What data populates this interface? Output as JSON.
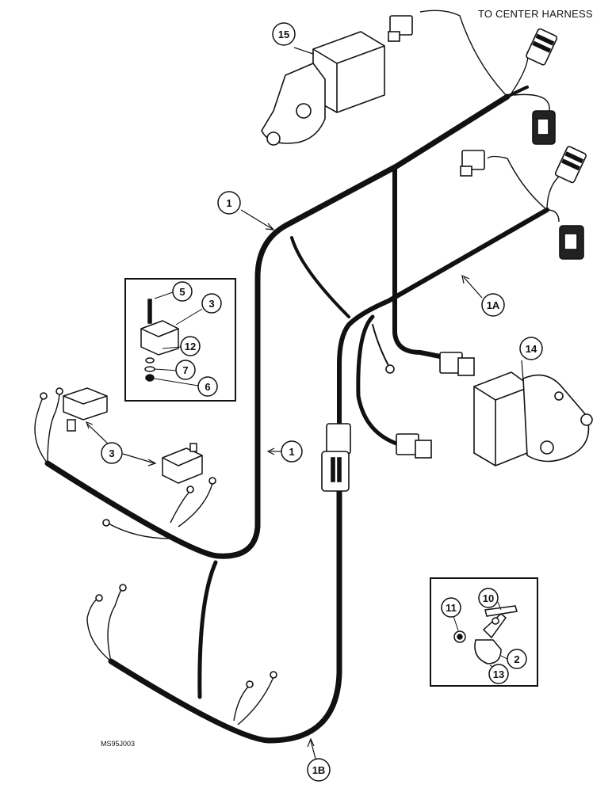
{
  "header": {
    "to_center_harness": "TO CENTER HARNESS"
  },
  "figure_code": "MS95J003",
  "callouts": {
    "c1_top": "1",
    "c1_mid": "1",
    "c1a": "1A",
    "c1b": "1B",
    "c2": "2",
    "c3_left": "3",
    "c3_inset": "3",
    "c5": "5",
    "c6": "6",
    "c7": "7",
    "c10": "10",
    "c11": "11",
    "c12": "12",
    "c13": "13",
    "c14": "14",
    "c15": "15"
  }
}
